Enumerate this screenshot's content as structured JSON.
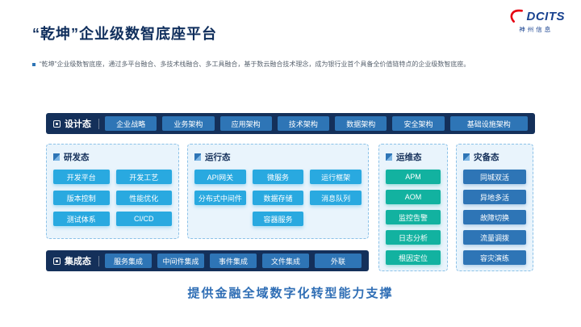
{
  "logo": {
    "brand": "DCITS",
    "company": "神州信息"
  },
  "header": {
    "title": "“乾坤”企业级数智底座平台",
    "description": "“乾坤”企业级数智底座，通过多平台融合、多技术栈融合、多工具融合，基于数云融合技术理念，成为银行业首个具备全价值链特点的企业级数智底座。"
  },
  "design_row": {
    "label": "设计态",
    "items": [
      "企业战略",
      "业务架构",
      "应用架构",
      "技术架构",
      "数据架构",
      "安全架构",
      "基础设施架构"
    ]
  },
  "dev_box": {
    "label": "研发态",
    "items": [
      "开发平台",
      "开发工艺",
      "版本控制",
      "性能优化",
      "测试体系",
      "CI/CD"
    ]
  },
  "runtime_box": {
    "label": "运行态",
    "items": [
      "API网关",
      "微服务",
      "运行框架",
      "分布式中间件",
      "数据存储",
      "消息队列",
      "容器服务"
    ]
  },
  "ops_column": {
    "label": "运维态",
    "items": [
      "APM",
      "AOM",
      "监控告警",
      "日志分析",
      "根因定位"
    ]
  },
  "dr_column": {
    "label": "灾备态",
    "items": [
      "同城双活",
      "异地多活",
      "故障切换",
      "流量调拨",
      "容灾演练"
    ]
  },
  "integration_row": {
    "label": "集成态",
    "items": [
      "服务集成",
      "中间件集成",
      "事件集成",
      "文件集成",
      "外联"
    ]
  },
  "footer": {
    "text": "提供金融全域数字化转型能力支撑"
  },
  "colors": {
    "navy_bar": "#14305a",
    "medium_blue": "#2e75b6",
    "sky_blue": "#29a9e0",
    "teal": "#12b2a0",
    "panel_bg": "#e9f4fc",
    "title_navy": "#0f2e5c",
    "logo_red": "#e60012"
  }
}
